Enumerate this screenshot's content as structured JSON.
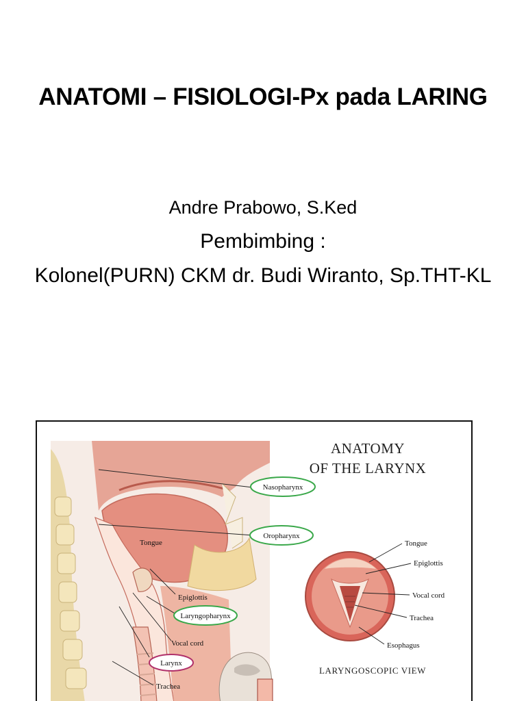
{
  "slide": {
    "title": "ANATOMI – FISIOLOGI-Px pada LARING",
    "author": "Andre Prabowo, S.Ked",
    "guide_label": "Pembimbing :",
    "guide_name": "Kolonel(PURN) CKM dr. Budi Wiranto, Sp.THT-KL"
  },
  "figure": {
    "title_line1": "ANATOMY",
    "title_line2": "OF THE LARYNX",
    "laryngoscopic_caption": "LARYNGOSCOPIC VIEW",
    "labels": {
      "nasopharynx": "Nasopharynx",
      "oropharynx": "Oropharynx",
      "tongue": "Tongue",
      "epiglottis": "Epiglottis",
      "laryngopharynx": "Laryngopharynx",
      "vocal_cord": "Vocal cord",
      "larynx": "Larynx",
      "trachea": "Trachea"
    },
    "view_labels": {
      "tongue": "Tongue",
      "epiglottis": "Epiglottis",
      "vocal_cord": "Vocal cord",
      "trachea": "Trachea",
      "esophagus": "Esophagus"
    },
    "colors": {
      "highlight_green": "#3aa84a",
      "highlight_magenta": "#b0306a",
      "tissue": "#e8a090",
      "tissue_dark": "#c86a5a",
      "bone": "#f2e2b0"
    }
  }
}
